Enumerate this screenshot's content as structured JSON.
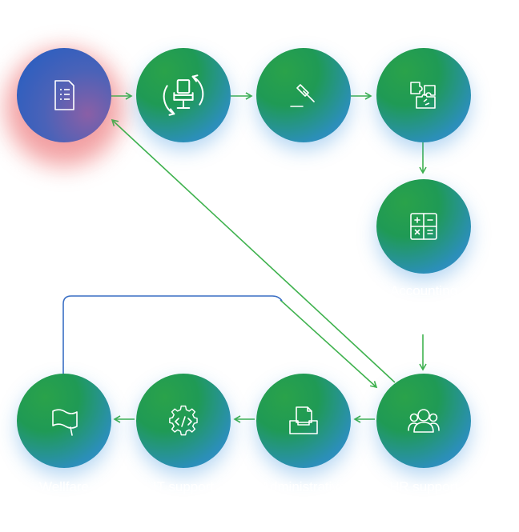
{
  "nodes": [
    {
      "id": "document",
      "icon": "document-icon",
      "label": ""
    },
    {
      "id": "office",
      "icon": "office-chair-cycle-icon",
      "label": ""
    },
    {
      "id": "legal",
      "icon": "gavel-icon",
      "label": ""
    },
    {
      "id": "puzzle",
      "icon": "puzzle-icon",
      "label": ""
    },
    {
      "id": "accounting",
      "icon": "calculator-icon",
      "label_lines": [
        "Accounting",
        "Payroll"
      ]
    },
    {
      "id": "hr",
      "icon": "users-icon",
      "label_lines": [
        "HR support"
      ]
    },
    {
      "id": "admin",
      "icon": "inbox-tray-icon",
      "label_lines": [
        "Administrative",
        "support"
      ]
    },
    {
      "id": "it",
      "icon": "code-gear-icon",
      "label_lines": [
        "IT support"
      ]
    },
    {
      "id": "welfare",
      "icon": "flag-icon",
      "label_lines": [
        "Wellfare"
      ]
    }
  ],
  "colors": {
    "arrow_green": "#3fb24e",
    "arrow_blue": "#3a6fc4",
    "label_text": "#ffffff"
  }
}
